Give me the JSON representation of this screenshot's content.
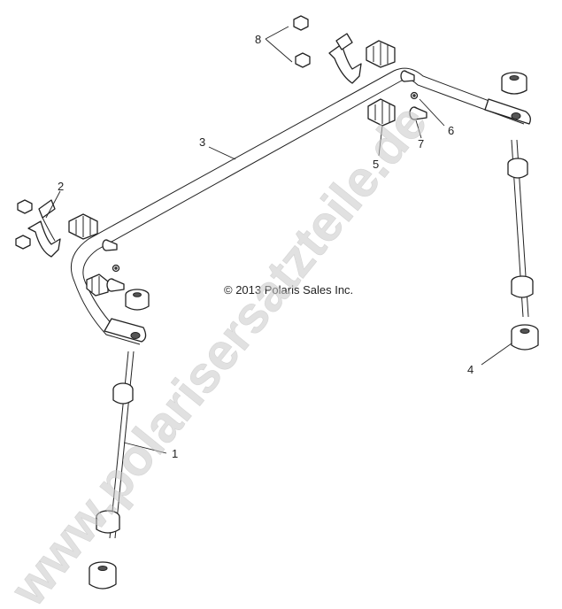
{
  "copyright": "© 2013 Polaris Sales Inc.",
  "watermark": "www.polarisersatzteile.de",
  "callouts": {
    "c1": "1",
    "c2": "2",
    "c3": "3",
    "c4": "4",
    "c5": "5",
    "c6": "6",
    "c7": "7",
    "c8": "8"
  },
  "parts": [
    {
      "callout": "1",
      "icon": "stabilizer-link-rod-left-icon"
    },
    {
      "callout": "2",
      "icon": "bushing-clamp-left-icon"
    },
    {
      "callout": "3",
      "icon": "stabilizer-bar-icon"
    },
    {
      "callout": "4",
      "icon": "link-bushing-icon"
    },
    {
      "callout": "5",
      "icon": "split-bushing-icon"
    },
    {
      "callout": "6",
      "icon": "nut-icon"
    },
    {
      "callout": "7",
      "icon": "bolt-icon"
    },
    {
      "callout": "8",
      "icon": "flange-nut-icon"
    }
  ],
  "colors": {
    "line": "#222222",
    "watermark": "#c9c9c9",
    "background": "#ffffff"
  }
}
